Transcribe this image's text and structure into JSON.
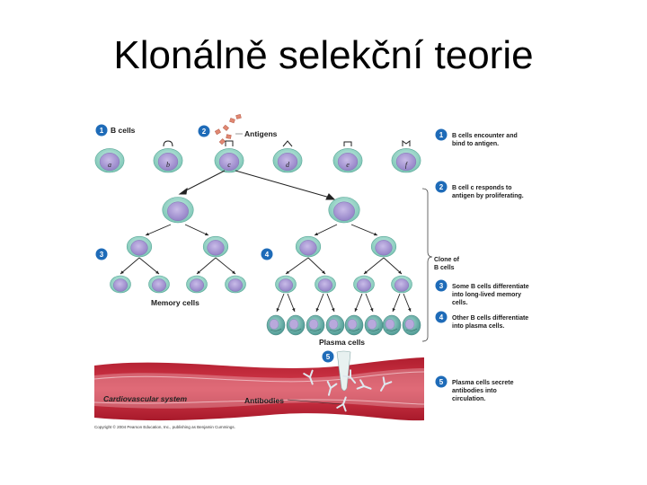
{
  "title": "Klonálně selekční teorie",
  "labels": {
    "b_cells": "B cells",
    "antigens": "Antigens",
    "memory_cells": "Memory cells",
    "plasma_cells": "Plasma cells",
    "cardiovascular_system": "Cardiovascular system",
    "antibodies": "Antibodies",
    "copyright": "Copyright © 2004 Pearson Education, Inc., publishing as Benjamin Cummings."
  },
  "cell_letters": [
    "a",
    "b",
    "c",
    "d",
    "e",
    "f"
  ],
  "step_numbers": [
    "1",
    "2",
    "3",
    "4",
    "5"
  ],
  "legend": [
    {
      "num": "1",
      "lines": [
        "B cells encounter and",
        "bind to antigen."
      ]
    },
    {
      "num": "2",
      "lines": [
        "B cell c responds to",
        "antigen by proliferating."
      ]
    },
    {
      "num": "",
      "lines": [
        "Clone of",
        "B cells"
      ]
    },
    {
      "num": "3",
      "lines": [
        "Some B cells differentiate",
        "into long-lived memory",
        "cells."
      ]
    },
    {
      "num": "4",
      "lines": [
        "Other B cells differentiate",
        "into plasma cells."
      ]
    },
    {
      "num": "5",
      "lines": [
        "Plasma cells secrete",
        "antibodies into",
        "circulation."
      ]
    }
  ],
  "colors": {
    "cell_outer": "#8fd0c2",
    "cell_inner": "#a794d0",
    "step_badge": "#1e6bb8",
    "blood_vessel": "#c9283a",
    "blood_band": "#f3c6cc",
    "antigen": "#e08872"
  }
}
